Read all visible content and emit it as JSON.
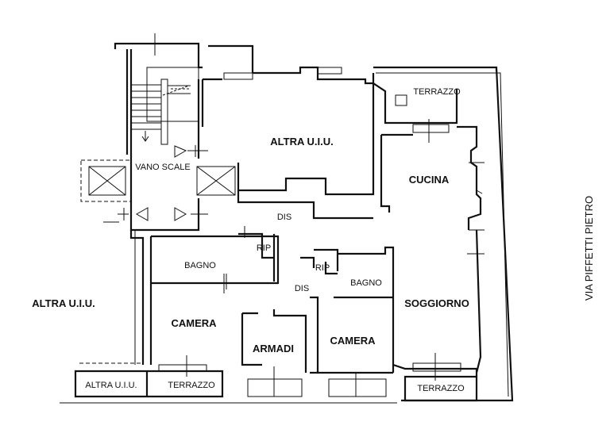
{
  "rooms": {
    "terrazzo_top": "TERRAZZO",
    "altra_uiu_top": "ALTRA U.I.U.",
    "vano_scale": "VANO SCALE",
    "cucina": "CUCINA",
    "dis_upper": "DIS",
    "rip_left": "RIP",
    "rip_right": "RIP",
    "bagno_left": "BAGNO",
    "bagno_right": "BAGNO",
    "dis_lower": "DIS",
    "altra_uiu_left": "ALTRA U.I.U.",
    "camera_left": "CAMERA",
    "soggiorno": "SOGGIORNO",
    "armadi": "ARMADI",
    "camera_right": "CAMERA",
    "altra_uiu_bottom": "ALTRA U.I.U.",
    "terrazzo_bottom_left": "TERRAZZO",
    "terrazzo_bottom_right": "TERRAZZO"
  },
  "street": "VIA PIFFETTI PIETRO"
}
